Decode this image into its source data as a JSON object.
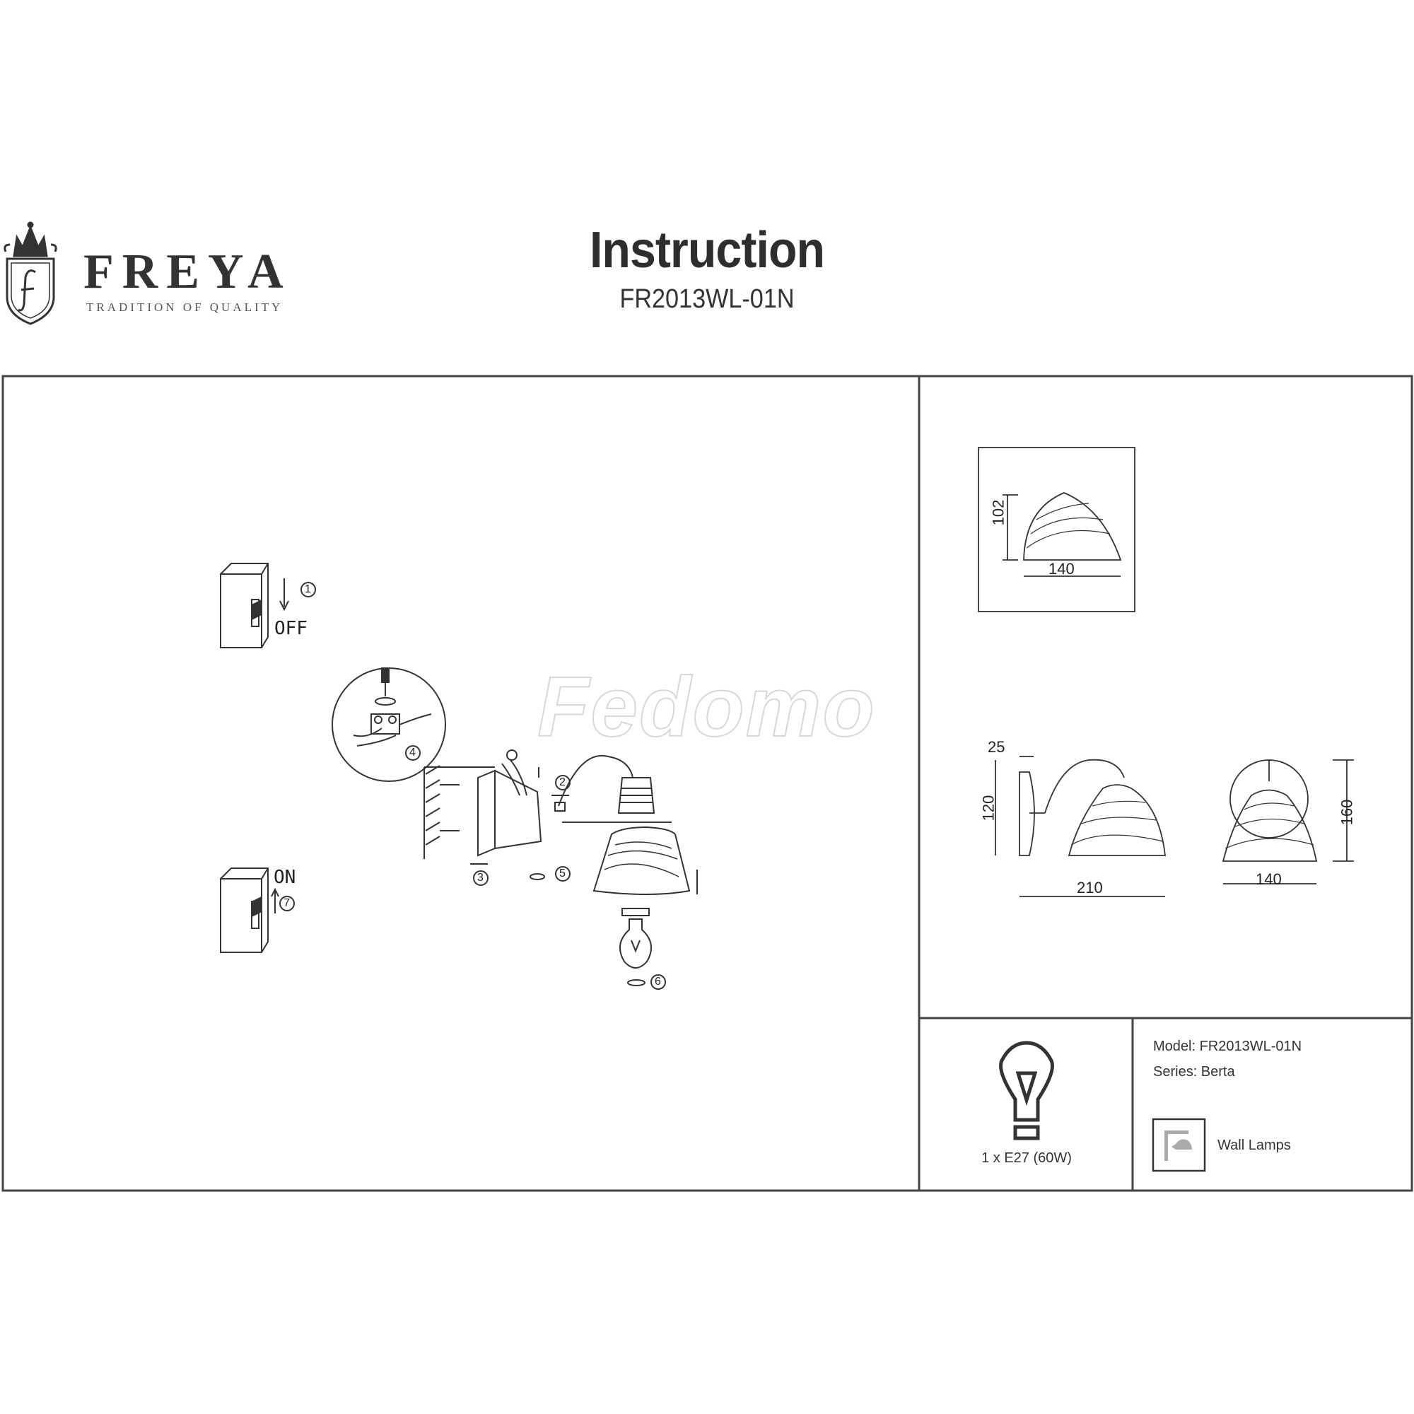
{
  "header": {
    "brand_name": "FREYA",
    "brand_tagline": "TRADITION OF QUALITY",
    "logo_letter": "F",
    "title": "Instruction",
    "model_code": "FR2013WL-01N"
  },
  "watermark": "Fedomo",
  "assembly": {
    "switch_off_label": "OFF",
    "switch_on_label": "ON",
    "steps": [
      "1",
      "2",
      "3",
      "4",
      "5",
      "6",
      "7"
    ]
  },
  "dimensions": {
    "shade": {
      "height": "102",
      "width": "140"
    },
    "side_view": {
      "depth_plate": "25",
      "height": "120",
      "length": "210"
    },
    "front_view": {
      "height": "160",
      "width": "140"
    }
  },
  "spec": {
    "bulb_label": "1 x E27 (60W)",
    "model": "Model: FR2013WL-01N",
    "series": "Series: Berta",
    "category": "Wall Lamps"
  }
}
